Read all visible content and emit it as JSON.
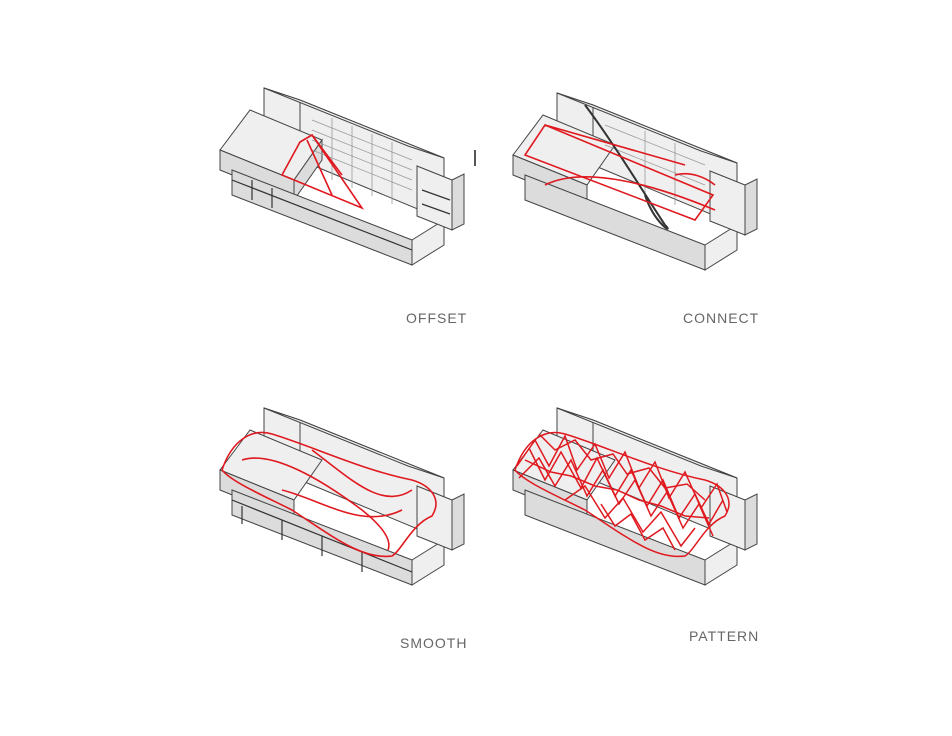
{
  "panels": [
    {
      "id": "offset",
      "label": "OFFSET"
    },
    {
      "id": "connect",
      "label": "CONNECT"
    },
    {
      "id": "smooth",
      "label": "SMOOTH"
    },
    {
      "id": "pattern",
      "label": "PATTERN"
    }
  ],
  "colors": {
    "accent": "#e0191f",
    "line": "#333333",
    "caption": "#666666"
  }
}
